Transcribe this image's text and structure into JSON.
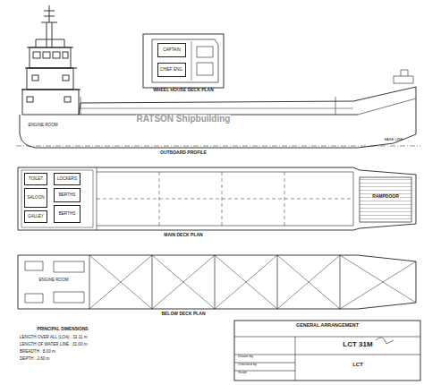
{
  "diagram": {
    "nodes": [
      {
        "text": [
          "CAPTAIN"
        ]
      },
      {
        "text": [
          "CHIEF ENG."
        ]
      },
      {
        "text": [
          "TOILET"
        ]
      },
      {
        "text": [
          "LOCKERS"
        ]
      },
      {
        "text": [
          "BERTHS"
        ]
      },
      {
        "text": [
          "SALOON"
        ]
      },
      {
        "text": [
          "GALLEY"
        ]
      },
      {
        "text": [
          "BERTHS"
        ]
      }
    ],
    "labels": [
      "WHEEL HOUSE DECK PLAN",
      "ENGINE ROOM",
      "RATSON Shipbuilding",
      "BASE LINE",
      "OUTBOARD PROFILE",
      "RAMPDOOR",
      "MAIN DECK PLAN",
      "ENGINE ROOM",
      "BELOW DECK PLAN",
      "PRINCIPAL DIMENSIONS",
      "LENGTH OVER ALL (LOA) : 32.11 m",
      "LENGTH OF WATER LINE : 31.00 m",
      "BREADTH : 8.00 m",
      "DEPTH : 2.60 m",
      "GENERAL ARRANGEMENT",
      "LCT 31M",
      "Drawn by",
      "Checked by",
      "Scale",
      "LCT"
    ]
  }
}
